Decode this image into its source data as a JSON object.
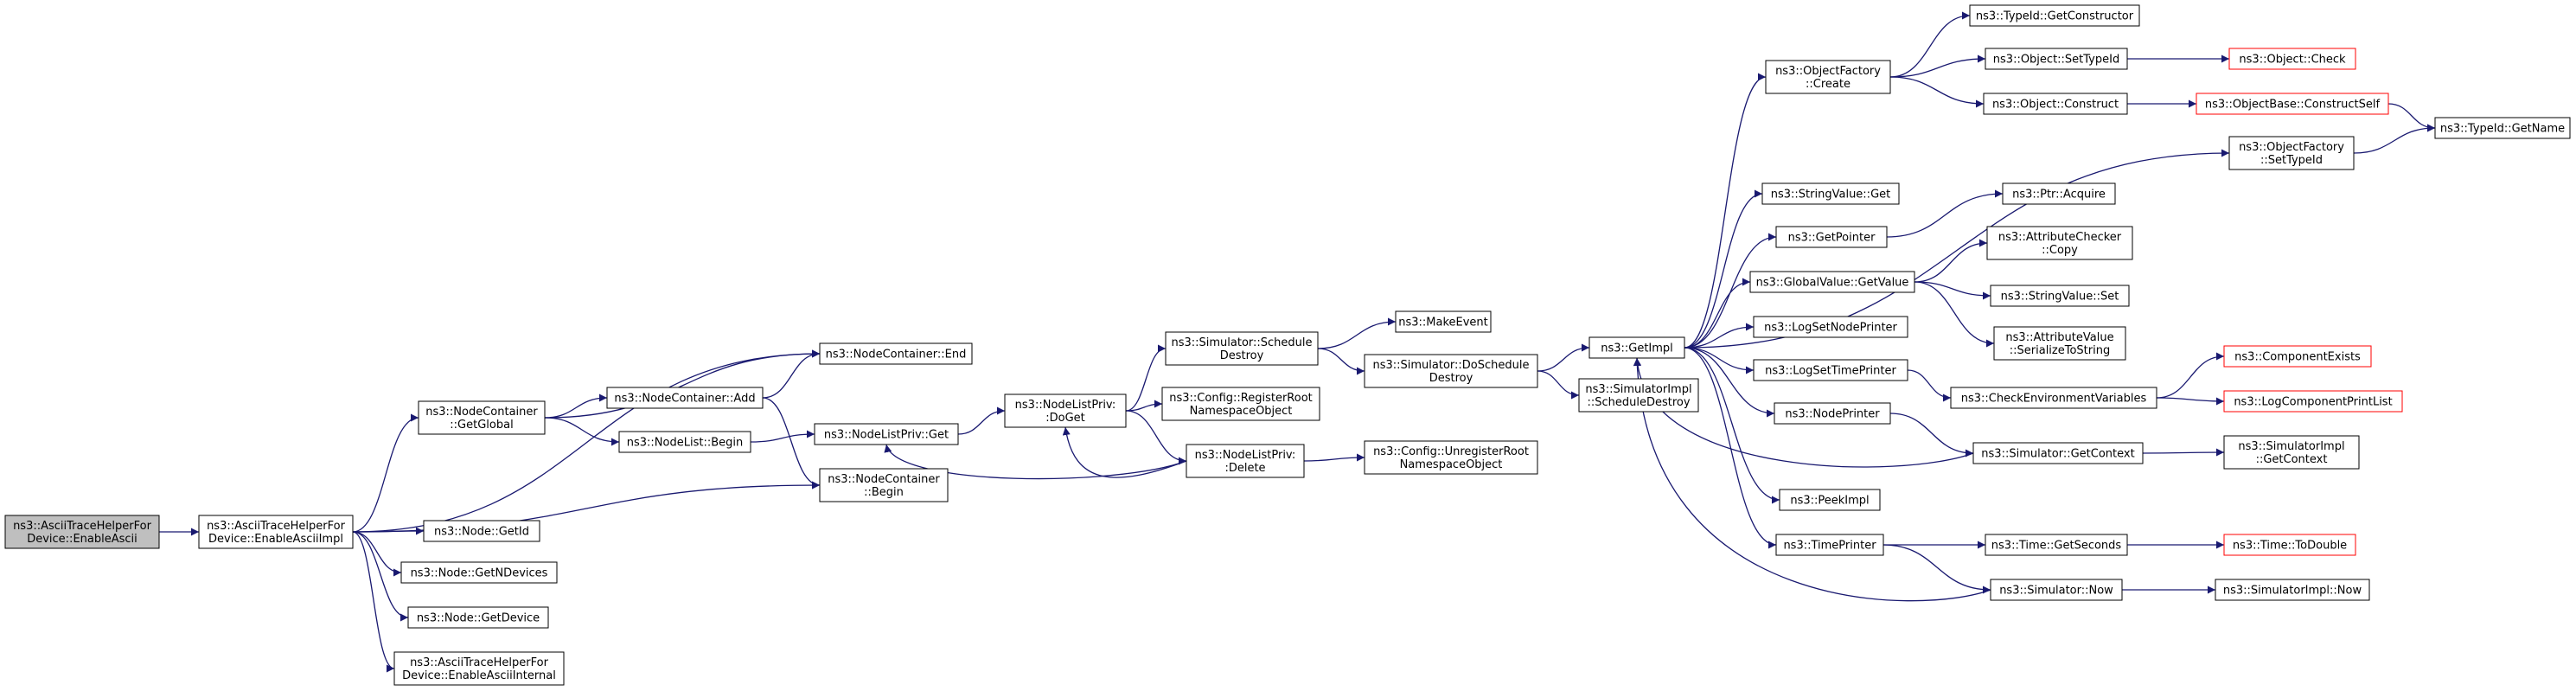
{
  "colors": {
    "edge": "#191970",
    "node_border": "#000000",
    "node_fill": "#ffffff",
    "root_fill": "#bfbfbf",
    "truncated_border": "#ff0000",
    "text": "#000000"
  },
  "nodes": [
    {
      "id": "root",
      "lines": [
        "ns3::AsciiTraceHelperFor",
        "Device::EnableAscii"
      ],
      "kind": "root"
    },
    {
      "id": "impl",
      "lines": [
        "ns3::AsciiTraceHelperFor",
        "Device::EnableAsciiImpl"
      ]
    },
    {
      "id": "nc_getglobal",
      "lines": [
        "ns3::NodeContainer",
        "::GetGlobal"
      ]
    },
    {
      "id": "nc_add",
      "lines": [
        "ns3::NodeContainer::Add"
      ]
    },
    {
      "id": "nc_end",
      "lines": [
        "ns3::NodeContainer::End"
      ]
    },
    {
      "id": "nc_begin",
      "lines": [
        "ns3::NodeContainer",
        "::Begin"
      ]
    },
    {
      "id": "nl_begin",
      "lines": [
        "ns3::NodeList::Begin"
      ]
    },
    {
      "id": "nlp_get",
      "lines": [
        "ns3::NodeListPriv::Get"
      ]
    },
    {
      "id": "nlp_doget",
      "lines": [
        "ns3::NodeListPriv:",
        ":DoGet"
      ]
    },
    {
      "id": "nlp_delete",
      "lines": [
        "ns3::NodeListPriv:",
        ":Delete"
      ]
    },
    {
      "id": "sim_schedule_destroy",
      "lines": [
        "ns3::Simulator::Schedule",
        "Destroy"
      ]
    },
    {
      "id": "config_register",
      "lines": [
        "ns3::Config::RegisterRoot",
        "NamespaceObject"
      ]
    },
    {
      "id": "make_event",
      "lines": [
        "ns3::MakeEvent"
      ]
    },
    {
      "id": "sim_do_schedule_destroy",
      "lines": [
        "ns3::Simulator::DoSchedule",
        "Destroy"
      ]
    },
    {
      "id": "config_unregister",
      "lines": [
        "ns3::Config::UnregisterRoot",
        "NamespaceObject"
      ]
    },
    {
      "id": "getimpl",
      "lines": [
        "ns3::GetImpl"
      ]
    },
    {
      "id": "simimpl_schedule_destroy",
      "lines": [
        "ns3::SimulatorImpl",
        "::ScheduleDestroy"
      ]
    },
    {
      "id": "node_getid",
      "lines": [
        "ns3::Node::GetId"
      ]
    },
    {
      "id": "node_getndevices",
      "lines": [
        "ns3::Node::GetNDevices"
      ]
    },
    {
      "id": "node_getdevice",
      "lines": [
        "ns3::Node::GetDevice"
      ]
    },
    {
      "id": "enable_internal",
      "lines": [
        "ns3::AsciiTraceHelperFor",
        "Device::EnableAsciiInternal"
      ]
    },
    {
      "id": "of_create",
      "lines": [
        "ns3::ObjectFactory",
        "::Create"
      ]
    },
    {
      "id": "typeid_getctor",
      "lines": [
        "ns3::TypeId::GetConstructor"
      ]
    },
    {
      "id": "obj_settypeid",
      "lines": [
        "ns3::Object::SetTypeId"
      ]
    },
    {
      "id": "obj_check",
      "lines": [
        "ns3::Object::Check"
      ],
      "kind": "truncated"
    },
    {
      "id": "obj_construct",
      "lines": [
        "ns3::Object::Construct"
      ]
    },
    {
      "id": "objbase_construct_self",
      "lines": [
        "ns3::ObjectBase::ConstructSelf"
      ],
      "kind": "truncated"
    },
    {
      "id": "typeid_getname",
      "lines": [
        "ns3::TypeId::GetName"
      ]
    },
    {
      "id": "of_settypeid",
      "lines": [
        "ns3::ObjectFactory",
        "::SetTypeId"
      ]
    },
    {
      "id": "stringvalue_get",
      "lines": [
        "ns3::StringValue::Get"
      ]
    },
    {
      "id": "getpointer",
      "lines": [
        "ns3::GetPointer"
      ]
    },
    {
      "id": "ptr_acquire",
      "lines": [
        "ns3::Ptr::Acquire"
      ]
    },
    {
      "id": "gv_getvalue",
      "lines": [
        "ns3::GlobalValue::GetValue"
      ]
    },
    {
      "id": "attr_checker_copy",
      "lines": [
        "ns3::AttributeChecker",
        "::Copy"
      ]
    },
    {
      "id": "stringvalue_set",
      "lines": [
        "ns3::StringValue::Set"
      ]
    },
    {
      "id": "attr_value_serialize",
      "lines": [
        "ns3::AttributeValue",
        "::SerializeToString"
      ]
    },
    {
      "id": "log_set_node_printer",
      "lines": [
        "ns3::LogSetNodePrinter"
      ]
    },
    {
      "id": "log_set_time_printer",
      "lines": [
        "ns3::LogSetTimePrinter"
      ]
    },
    {
      "id": "check_env",
      "lines": [
        "ns3::CheckEnvironmentVariables"
      ]
    },
    {
      "id": "component_exists",
      "lines": [
        "ns3::ComponentExists"
      ],
      "kind": "truncated"
    },
    {
      "id": "log_component_print_list",
      "lines": [
        "ns3::LogComponentPrintList"
      ],
      "kind": "truncated"
    },
    {
      "id": "node_printer",
      "lines": [
        "ns3::NodePrinter"
      ]
    },
    {
      "id": "sim_getcontext",
      "lines": [
        "ns3::Simulator::GetContext"
      ]
    },
    {
      "id": "simimpl_getcontext",
      "lines": [
        "ns3::SimulatorImpl",
        "::GetContext"
      ]
    },
    {
      "id": "peekimpl",
      "lines": [
        "ns3::PeekImpl"
      ]
    },
    {
      "id": "time_printer",
      "lines": [
        "ns3::TimePrinter"
      ]
    },
    {
      "id": "time_getseconds",
      "lines": [
        "ns3::Time::GetSeconds"
      ]
    },
    {
      "id": "time_todouble",
      "lines": [
        "ns3::Time::ToDouble"
      ],
      "kind": "truncated"
    },
    {
      "id": "sim_now",
      "lines": [
        "ns3::Simulator::Now"
      ]
    },
    {
      "id": "simimpl_now",
      "lines": [
        "ns3::SimulatorImpl::Now"
      ]
    }
  ],
  "edges": [
    [
      "root",
      "impl"
    ],
    [
      "impl",
      "nc_end"
    ],
    [
      "impl",
      "nc_getglobal"
    ],
    [
      "impl",
      "nc_begin"
    ],
    [
      "impl",
      "node_getid"
    ],
    [
      "impl",
      "node_getndevices"
    ],
    [
      "impl",
      "node_getdevice"
    ],
    [
      "impl",
      "enable_internal"
    ],
    [
      "nc_getglobal",
      "nc_end"
    ],
    [
      "nc_getglobal",
      "nc_add"
    ],
    [
      "nc_getglobal",
      "nl_begin"
    ],
    [
      "nc_add",
      "nc_end"
    ],
    [
      "nc_add",
      "nc_begin"
    ],
    [
      "nl_begin",
      "nlp_get"
    ],
    [
      "nlp_get",
      "nlp_doget"
    ],
    [
      "nlp_doget",
      "sim_schedule_destroy"
    ],
    [
      "nlp_doget",
      "config_register"
    ],
    [
      "nlp_doget",
      "nlp_delete"
    ],
    [
      "nlp_delete",
      "nlp_get"
    ],
    [
      "nlp_delete",
      "nlp_doget"
    ],
    [
      "nlp_delete",
      "config_unregister"
    ],
    [
      "sim_schedule_destroy",
      "make_event"
    ],
    [
      "sim_schedule_destroy",
      "sim_do_schedule_destroy"
    ],
    [
      "sim_do_schedule_destroy",
      "getimpl"
    ],
    [
      "sim_do_schedule_destroy",
      "simimpl_schedule_destroy"
    ],
    [
      "getimpl",
      "of_create"
    ],
    [
      "getimpl",
      "of_settypeid"
    ],
    [
      "getimpl",
      "stringvalue_get"
    ],
    [
      "getimpl",
      "getpointer"
    ],
    [
      "getimpl",
      "gv_getvalue"
    ],
    [
      "getimpl",
      "log_set_node_printer"
    ],
    [
      "getimpl",
      "log_set_time_printer"
    ],
    [
      "getimpl",
      "node_printer"
    ],
    [
      "getimpl",
      "peekimpl"
    ],
    [
      "getimpl",
      "time_printer"
    ],
    [
      "of_create",
      "typeid_getctor"
    ],
    [
      "of_create",
      "obj_settypeid"
    ],
    [
      "of_create",
      "obj_construct"
    ],
    [
      "obj_settypeid",
      "obj_check"
    ],
    [
      "obj_construct",
      "objbase_construct_self"
    ],
    [
      "objbase_construct_self",
      "typeid_getname"
    ],
    [
      "of_settypeid",
      "typeid_getname"
    ],
    [
      "getpointer",
      "ptr_acquire"
    ],
    [
      "gv_getvalue",
      "attr_checker_copy"
    ],
    [
      "gv_getvalue",
      "stringvalue_set"
    ],
    [
      "gv_getvalue",
      "attr_value_serialize"
    ],
    [
      "log_set_time_printer",
      "check_env"
    ],
    [
      "check_env",
      "component_exists"
    ],
    [
      "check_env",
      "log_component_print_list"
    ],
    [
      "node_printer",
      "sim_getcontext"
    ],
    [
      "sim_getcontext",
      "getimpl"
    ],
    [
      "sim_getcontext",
      "simimpl_getcontext"
    ],
    [
      "time_printer",
      "time_getseconds"
    ],
    [
      "time_printer",
      "sim_now"
    ],
    [
      "time_getseconds",
      "time_todouble"
    ],
    [
      "sim_now",
      "getimpl"
    ],
    [
      "sim_now",
      "simimpl_now"
    ]
  ]
}
